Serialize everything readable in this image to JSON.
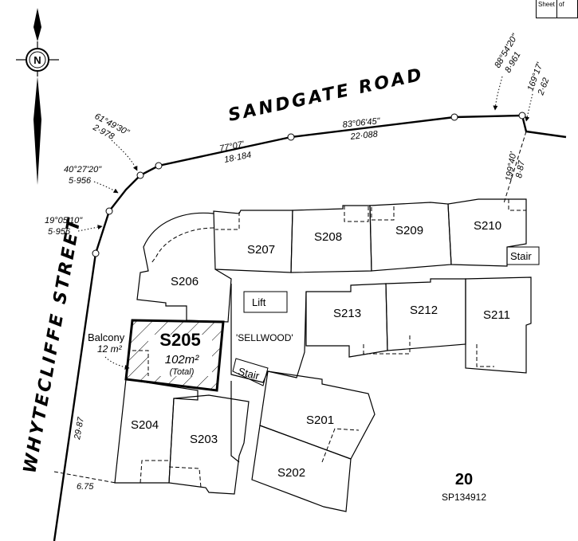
{
  "sheet": {
    "label": "Sheet",
    "of": "of"
  },
  "north": {
    "letter": "N",
    "icon": "north-arrow-icon"
  },
  "roads": {
    "top": "SANDGATE ROAD",
    "left": "WHYTECLIFFE STREET"
  },
  "bearings": [
    {
      "angle": "88°54'20\"",
      "dist": "8·961"
    },
    {
      "angle": "169°17'",
      "dist": "2·62"
    },
    {
      "angle": "83°06'45\"",
      "dist": "22·088"
    },
    {
      "angle": "77°07'",
      "dist": "18·184"
    },
    {
      "angle": "61°49'30\"",
      "dist": "2·978"
    },
    {
      "angle": "40°27'20\"",
      "dist": "5·956"
    },
    {
      "angle": "19°05'10\"",
      "dist": "5·956"
    },
    {
      "angle": "199°40'",
      "dist": "8·87"
    }
  ],
  "side_dims": {
    "left": "29·87",
    "bottom": "6.75"
  },
  "lots": [
    "S201",
    "S202",
    "S203",
    "S204",
    "S206",
    "S207",
    "S208",
    "S209",
    "S210",
    "S211",
    "S212",
    "S213"
  ],
  "highlight": {
    "id": "S205",
    "area": "102m²",
    "note": "(Total)",
    "balcony_label": "Balcony",
    "balcony_area": "12 m²"
  },
  "labels": {
    "lift": "Lift",
    "stair_1": "Stair",
    "stair_2": "Stair",
    "building": "'SELLWOOD'"
  },
  "plan": {
    "number": "20",
    "ref": "SP134912"
  }
}
